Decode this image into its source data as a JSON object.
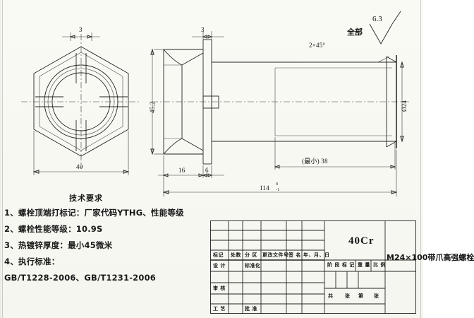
{
  "drawing": {
    "type": "engineering-drawing",
    "surface_finish": {
      "label_all": "全部",
      "value": "6.3"
    },
    "views": {
      "front_hex": {
        "name": "hex-head-front-view",
        "dims": {
          "across_flats": "40",
          "top_small": "3"
        }
      },
      "side": {
        "name": "bolt-side-view",
        "dims": {
          "head_height": "45.2",
          "flange_thk": "16",
          "claw_thk": "6",
          "top_small": "3",
          "shank_dia": "Ø24",
          "thread_len_note": "(最小) 38",
          "total_length": "114",
          "total_length_tol_upper": "0",
          "total_length_tol_lower": "-1",
          "chamfer": "2×45°"
        }
      }
    }
  },
  "tech_requirements": {
    "title": "技术要求",
    "lines": [
      "1、螺栓顶端打标记：厂家代码YTHG、性能等级",
      "2、螺栓性能等级：10.9S",
      "3、热镀锌厚度：最小45微米",
      "4、执行标准：",
      "GB/T1228-2006、GB/T1231-2006"
    ]
  },
  "title_block": {
    "revision_header": [
      "标记",
      "处数",
      "分 区",
      "更改文件号",
      "签 名",
      "年、月、日"
    ],
    "role_rows": [
      {
        "role": "设 计",
        "right": "标准化"
      },
      {
        "role": "审 核",
        "right": ""
      },
      {
        "role": "工 艺",
        "right": "批 准"
      }
    ],
    "material": "40Cr",
    "stage_header": [
      "阶 段 标 记",
      "重 量",
      "比 例"
    ],
    "sheet_line": [
      "共",
      "张",
      "第",
      "张"
    ],
    "part_name": "M24×100带爪高强螺栓"
  }
}
